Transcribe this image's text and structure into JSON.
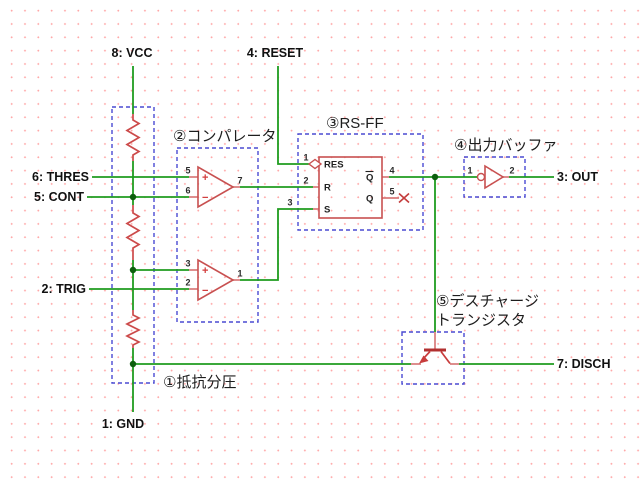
{
  "pins": {
    "vcc": "8: VCC",
    "reset": "4: RESET",
    "thres": "6: THRES",
    "cont": "5: CONT",
    "trig": "2: TRIG",
    "gnd": "1: GND",
    "out": "3: OUT",
    "disch": "7: DISCH"
  },
  "blocks": {
    "divider": {
      "label": "①抵抗分圧"
    },
    "comparator": {
      "label": "②コンパレータ",
      "comp1": {
        "plus_pin": "5",
        "minus_pin": "6",
        "out_pin": "7",
        "plus_sign": "+",
        "minus_sign": "−"
      },
      "comp2": {
        "plus_pin": "3",
        "minus_pin": "2",
        "out_pin": "1",
        "plus_sign": "+",
        "minus_sign": "−"
      }
    },
    "rsff": {
      "label": "③RS-FF",
      "pin_res": "1",
      "pin_r": "2",
      "pin_s": "3",
      "pin_qbar": "4",
      "pin_q": "5",
      "res_label": "RES",
      "r_label": "R",
      "s_label": "S",
      "qbar_label": "Q",
      "q_label": "Q"
    },
    "buffer": {
      "label": "④出力バッファ",
      "pin_in": "1",
      "pin_out": "2"
    },
    "transistor": {
      "label_line1": "⑤デスチャージ",
      "label_line2": "トランジスタ"
    }
  },
  "colors": {
    "background": "#ffffff",
    "grid_dot": "#ffa8a8",
    "wire_green": "#1f9c1f",
    "junction_green": "#0d5f0d",
    "symbol_red": "#c85050",
    "pin_stub_red": "#d97a7a",
    "dashed_box_blue": "#4a4ad2",
    "label_black": "#111111"
  }
}
